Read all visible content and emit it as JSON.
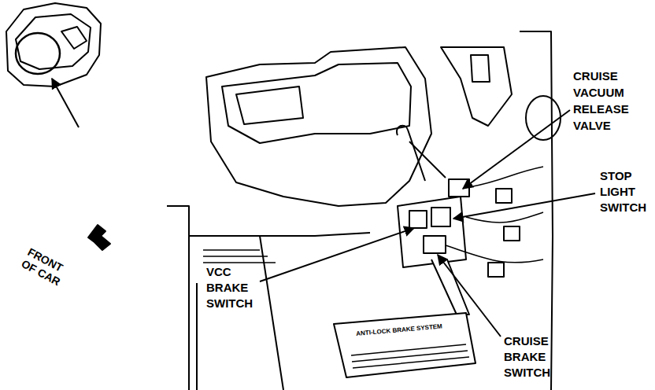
{
  "diagram": {
    "labels": [
      "CRUISE VACUUM RELEASE VALVE",
      "STOP LIGHT SWITCH",
      "FRONT OF CAR",
      "VCC BRAKE SWITCH",
      "CRUISE BRAKE SWITCH",
      "ANTI-LOCK BRAKE SYSTEM"
    ]
  }
}
